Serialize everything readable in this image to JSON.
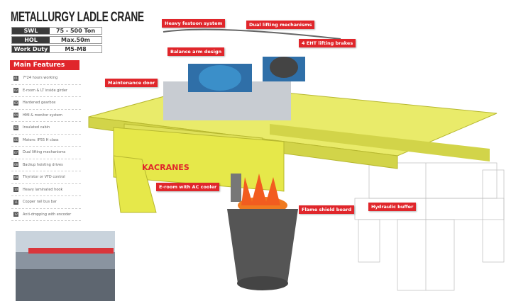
{
  "title": "METALLURGY LADLE CRANE",
  "specs": [
    {
      "k": "SWL",
      "v": "75 - 500 Ton"
    },
    {
      "k": "HOL",
      "v": "Max.50m"
    },
    {
      "k": "Work Duty",
      "v": "M5-M8"
    }
  ],
  "main_features_title": "Main Features",
  "features": [
    {
      "n": "01",
      "t": "7*24 hours working"
    },
    {
      "n": "02",
      "t": "E-room & LT inside girder"
    },
    {
      "n": "03",
      "t": "Hardened gearbox"
    },
    {
      "n": "04",
      "t": "HMI & monitor system"
    },
    {
      "n": "05",
      "t": "Insulated cabin"
    },
    {
      "n": "06",
      "t": "Motors: IP55 H class"
    },
    {
      "n": "07",
      "t": "Dual lifting mechanisms"
    },
    {
      "n": "08",
      "t": "Backup hoisting drives"
    },
    {
      "n": "09",
      "t": "Thyristor or VFD control"
    },
    {
      "n": "10",
      "t": "Heavy laminated hook"
    },
    {
      "n": "11",
      "t": "Copper rail bus bar"
    },
    {
      "n": "12",
      "t": "Anti-dropping with encoder"
    }
  ],
  "callouts": {
    "festoon": "Heavy festoon system",
    "dual": "Dual lifting mechanisms",
    "balance": "Balance arm design",
    "brakes": "4 EHT lifting brakes",
    "door": "Maintenance door",
    "eroom": "E-room with AC cooler",
    "flame": "Flame shield board",
    "buffer": "Hydraulic buffer"
  },
  "brand": "KACRANES",
  "colors": {
    "accent": "#e0262b",
    "crane": "#e6e84a"
  }
}
